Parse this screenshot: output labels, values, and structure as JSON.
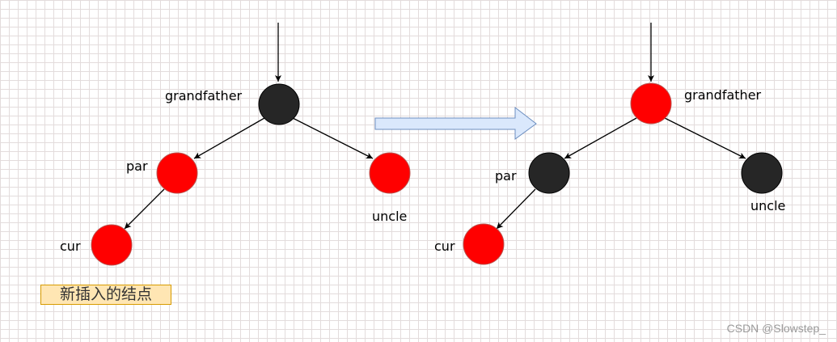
{
  "colors": {
    "red_node": "#ff0000",
    "red_node_stroke": "#b85450",
    "black_node": "#262626",
    "black_node_stroke": "#000000",
    "edge": "#000000",
    "arrow_fill": "#dae8fc",
    "arrow_stroke": "#6c8ebf",
    "note_fill": "#ffe6b3",
    "note_stroke": "#d79b00"
  },
  "before": {
    "labels": {
      "grandfather": "grandfather",
      "par": "par",
      "uncle": "uncle",
      "cur": "cur"
    },
    "node_colors": {
      "grandfather": "black",
      "par": "red",
      "uncle": "red",
      "cur": "red"
    }
  },
  "after": {
    "labels": {
      "grandfather": "grandfather",
      "par": "par",
      "uncle": "uncle",
      "cur": "cur"
    },
    "node_colors": {
      "grandfather": "red",
      "par": "black",
      "uncle": "black",
      "cur": "red"
    }
  },
  "transition_arrow": {
    "direction": "right"
  },
  "note": {
    "text": "新插入的结点"
  },
  "watermark": "CSDN @Slowstep_"
}
